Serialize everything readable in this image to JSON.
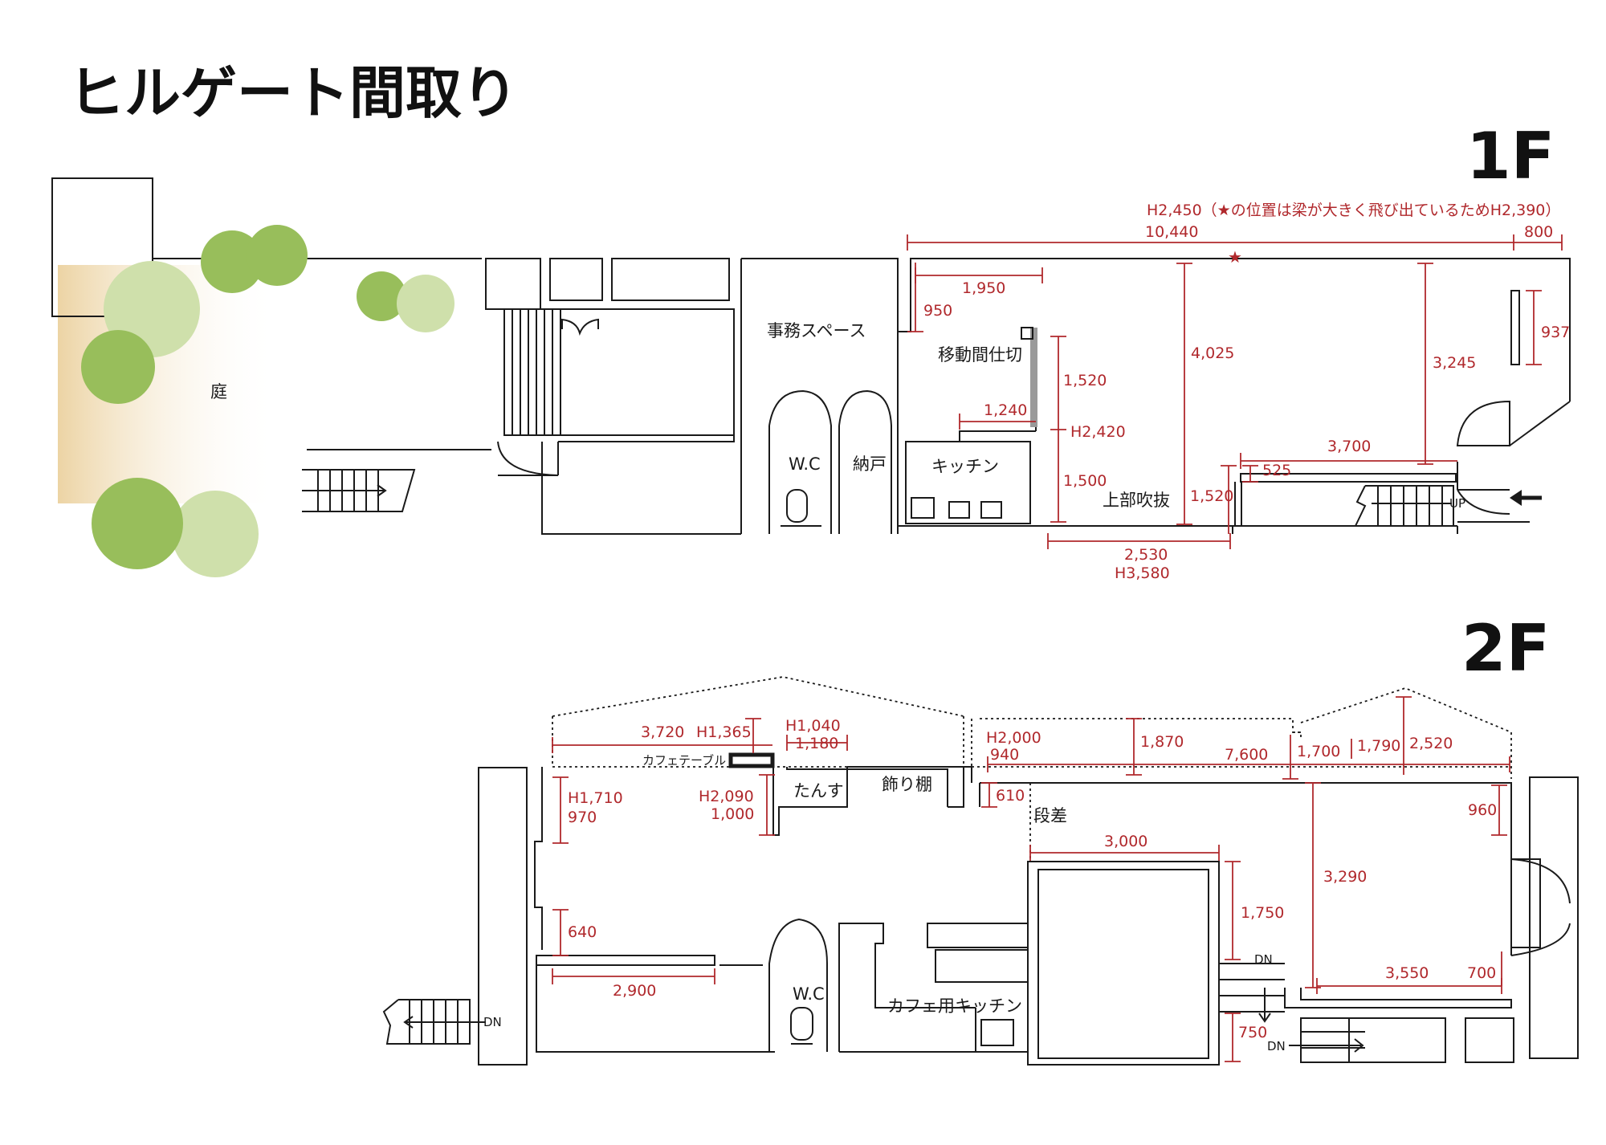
{
  "title": "ヒルゲート間取り",
  "floors": {
    "first": "1F",
    "second": "2F"
  },
  "accent_color": "#b0282c",
  "first_floor": {
    "rooms": {
      "garden": "庭",
      "office": "事務スペース",
      "partition": "移動間仕切",
      "wc": "W.C",
      "storage": "納戸",
      "kitchen": "キッチン",
      "void": "上部吹抜",
      "up": "UP"
    },
    "height_note": "H2,450（★の位置は梁が大きく飛び出ているためH2,390）",
    "dimensions": {
      "d10440": "10,440",
      "d800": "800",
      "d1950": "1,950",
      "d950": "950",
      "d1520a": "1,520",
      "d1240": "1,240",
      "h2420": "H2,420",
      "d1500": "1,500",
      "d4025": "4,025",
      "d3245": "3,245",
      "d937": "937",
      "d3700": "3,700",
      "d525": "525",
      "d1520b": "1,520",
      "d2530": "2,530",
      "h3580": "H3,580"
    }
  },
  "second_floor": {
    "rooms": {
      "cafe_table": "カフェテーブル",
      "chest": "たんす",
      "shelf": "飾り棚",
      "step": "段差",
      "wc": "W.C",
      "cafe_kitchen": "カフェ用キッチン",
      "dn1": "DN",
      "dn2": "DN",
      "dn3": "DN"
    },
    "dimensions": {
      "d3720": "3,720",
      "h1365": "H1,365",
      "h1040": "H1,040",
      "d1180": "1,180",
      "h2000": "H2,000",
      "d940": "940",
      "d1870": "1,870",
      "d7600": "7,600",
      "d1700": "1,700",
      "d1790": "1,790",
      "d2520": "2,520",
      "h1710": "H1,710",
      "d970": "970",
      "h2090": "H2,090",
      "d1000": "1,000",
      "d610": "610",
      "d960": "960",
      "d3000": "3,000",
      "d3290": "3,290",
      "d640": "640",
      "d1750": "1,750",
      "d2900": "2,900",
      "d3550": "3,550",
      "d700": "700",
      "d750": "750"
    }
  }
}
